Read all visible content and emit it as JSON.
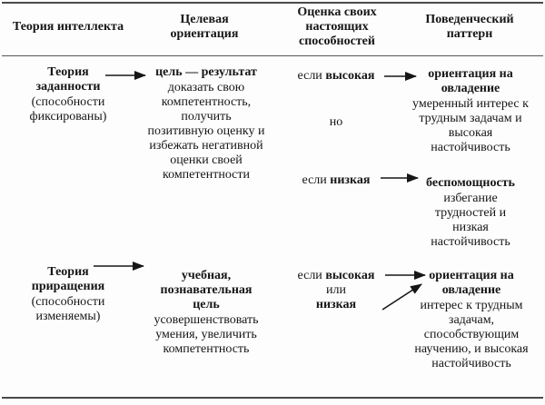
{
  "colors": {
    "background": "#fdfdfd",
    "text": "#161616",
    "rule": "#4a4a4a"
  },
  "header": {
    "columns": [
      "Теория интеллекта",
      "Целевая ориентация",
      "Оценка своих настоящих способностей",
      "Поведенческий паттерн"
    ]
  },
  "row1": {
    "theory": {
      "name": "Теория заданности",
      "note": "(способности фиксированы)"
    },
    "goal": {
      "title": "цель — результат",
      "desc": "доказать свою компетентность, получить позитивную оценку и избежать негативной оценки своей компетентности"
    },
    "assessment": {
      "cond1_prefix": "если",
      "cond1_value": "высокая",
      "conjunction": "но",
      "cond2_prefix": "если",
      "cond2_value": "низкая"
    },
    "pattern_high": {
      "title": "ориентация на овладение",
      "desc": "умеренный интерес к трудным задачам и высокая настойчивость"
    },
    "pattern_low": {
      "title": "беспомощность",
      "desc": "избегание трудностей и низкая настойчивость"
    }
  },
  "row2": {
    "theory": {
      "name": "Теория приращения",
      "note": "(способности изменяемы)"
    },
    "goal": {
      "title": "учебная, познавательная цель",
      "desc": "усовершенствовать умения, увеличить компетентность"
    },
    "assessment": {
      "cond_prefix": "если",
      "cond_value1": "высокая",
      "conjunction": "или",
      "cond_value2": "низкая"
    },
    "pattern": {
      "title": "ориентация на овладение",
      "desc": "интерес к трудным задачам, способствующим научению, и высокая настойчивость"
    }
  }
}
